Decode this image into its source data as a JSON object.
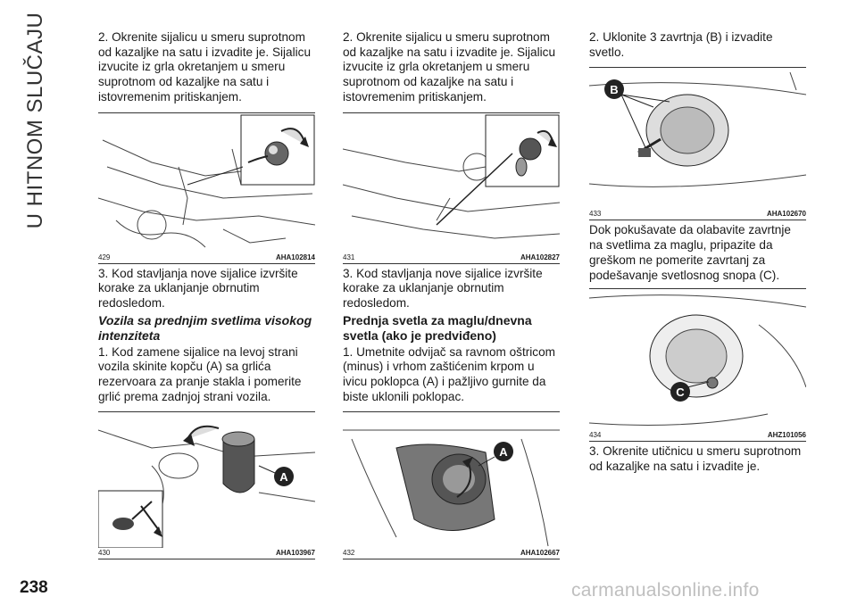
{
  "side_title": "U HITNOM SLUČAJU",
  "page_number": "238",
  "watermark": "carmanualsonline.info",
  "col1": {
    "p1": "2. Okrenite sijalicu u smeru suprotnom od kazaljke na satu i izvadite je. Sijalicu izvucite iz grla okretanjem u smeru suprotnom od kazaljke na satu i istovremenim pritiskanjem.",
    "fig1": {
      "num": "429",
      "code": "AHA102814"
    },
    "p2": "3. Kod stavljanja nove sijalice izvršite korake za uklanjanje obrnutim redosledom.",
    "heading": "Vozila sa prednjim svetlima visokog intenziteta",
    "p3": "1. Kod zamene sijalice na levoj strani vozila skinite kopču (A) sa grlića rezervoara za pranje stakla i pomerite grlić prema zadnjoj strani vozila.",
    "fig2": {
      "num": "430",
      "code": "AHA103967",
      "label": "A"
    }
  },
  "col2": {
    "p1": "2. Okrenite sijalicu u smeru suprotnom od kazaljke na satu i izvadite je. Sijalicu izvucite iz grla okretanjem u smeru suprotnom od kazaljke na satu i istovremenim pritiskanjem.",
    "fig1": {
      "num": "431",
      "code": "AHA102827"
    },
    "p2": "3. Kod stavljanja nove sijalice izvršite korake za uklanjanje obrnutim redosledom.",
    "heading": "Prednja svetla za maglu/dnevna svetla (ako je predviđeno)",
    "p3": "1. Umetnite odvijač sa ravnom oštricom (minus) i vrhom zaštićenim krpom u ivicu poklopca (A) i pažljivo gurnite da biste uklonili poklopac.",
    "fig2": {
      "num": "432",
      "code": "AHA102667",
      "label": "A"
    }
  },
  "col3": {
    "p1": "2. Uklonite 3 zavrtnja (B) i izvadite svetlo.",
    "fig1": {
      "num": "433",
      "code": "AHA102670",
      "label": "B"
    },
    "p2": "Dok pokušavate da olabavite zavrtnje na svetlima za maglu, pripazite da greškom ne pomerite zavrtanj za podešavanje svetlosnog snopa (C).",
    "fig2": {
      "num": "434",
      "code": "AHZ101056",
      "label": "C"
    },
    "p3": "3. Okrenite utičnicu u smeru suprotnom od kazaljke na satu i izvadite je."
  }
}
